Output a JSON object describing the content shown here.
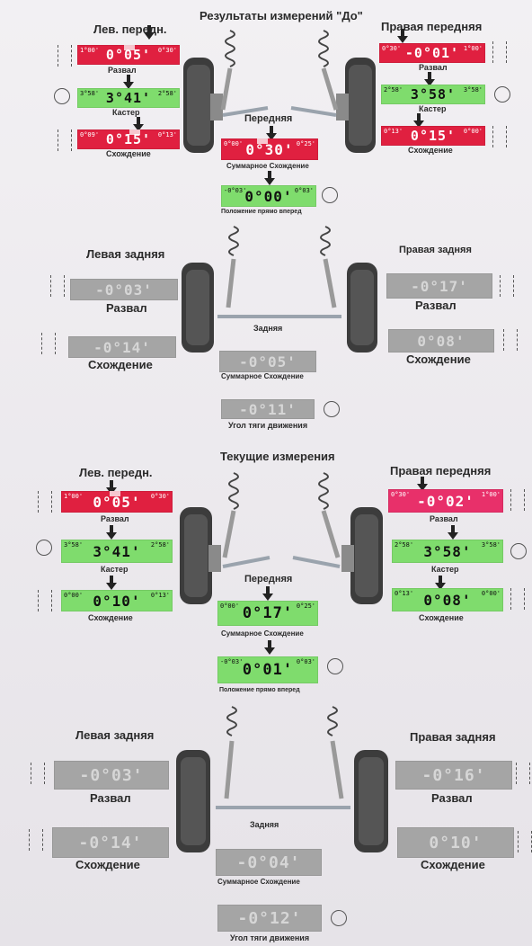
{
  "section_before": {
    "title": "Результаты измерений \"До\"",
    "front_left": {
      "title": "Лев. передн.",
      "camber": {
        "value": "0°05'",
        "min": "1°00'",
        "max": "0°30'",
        "label": "Развал"
      },
      "caster": {
        "value": "3°41'",
        "min": "3°58'",
        "max": "2°58'",
        "label": "Кастер"
      },
      "toe": {
        "value": "0°15'",
        "min": "0°09'",
        "max": "0°13'",
        "label": "Схождение"
      }
    },
    "front_right": {
      "title": "Правая передняя",
      "camber": {
        "value": "-0°01'",
        "min": "0°30'",
        "max": "1°00'",
        "label": "Развал"
      },
      "caster": {
        "value": "3°58'",
        "min": "2°58'",
        "max": "3°58'",
        "label": "Кастер"
      },
      "toe": {
        "value": "0°15'",
        "min": "0°13'",
        "max": "0°00'",
        "label": "Схождение"
      }
    },
    "front_axle": {
      "title": "Передняя",
      "total_toe": {
        "value": "0°30'",
        "min": "0°00'",
        "max": "0°25'",
        "label": "Суммарное Схождение"
      },
      "straight": {
        "value": "0°00'",
        "min": "-0°03'",
        "max": "0°03'",
        "label": "Положение прямо вперед"
      }
    },
    "rear_left": {
      "title": "Левая задняя",
      "camber": {
        "value": "-0°03'",
        "label": "Развал"
      },
      "toe": {
        "value": "-0°14'",
        "label": "Схождение"
      }
    },
    "rear_right": {
      "title": "Правая задняя",
      "camber": {
        "value": "-0°17'",
        "label": "Развал"
      },
      "toe": {
        "value": "0°08'",
        "label": "Схождение"
      }
    },
    "rear_axle": {
      "title": "Задняя",
      "total_toe": {
        "value": "-0°05'",
        "label": "Суммарное Схождение"
      },
      "thrust": {
        "value": "-0°11'",
        "label": "Угол тяги движения"
      }
    }
  },
  "section_current": {
    "title": "Текущие измерения",
    "front_left": {
      "title": "Лев. передн.",
      "camber": {
        "value": "0°05'",
        "min": "1°00'",
        "max": "0°30'",
        "label": "Развал"
      },
      "caster": {
        "value": "3°41'",
        "min": "3°58'",
        "max": "2°58'",
        "label": "Кастер"
      },
      "toe": {
        "value": "0°10'",
        "min": "0°00'",
        "max": "0°13'",
        "label": "Схождение"
      }
    },
    "front_right": {
      "title": "Правая передняя",
      "camber": {
        "value": "-0°02'",
        "min": "0°30'",
        "max": "1°00'",
        "label": "Развал"
      },
      "caster": {
        "value": "3°58'",
        "min": "2°58'",
        "max": "3°58'",
        "label": "Кастер"
      },
      "toe": {
        "value": "0°08'",
        "min": "0°13'",
        "max": "0°00'",
        "label": "Схождение"
      }
    },
    "front_axle": {
      "title": "Передняя",
      "total_toe": {
        "value": "0°17'",
        "min": "0°00'",
        "max": "0°25'",
        "label": "Суммарное Схождение"
      },
      "straight": {
        "value": "0°01'",
        "min": "-0°03'",
        "max": "0°03'",
        "label": "Положение прямо вперед"
      }
    },
    "rear_left": {
      "title": "Левая задняя",
      "camber": {
        "value": "-0°03'",
        "label": "Развал"
      },
      "toe": {
        "value": "-0°14'",
        "label": "Схождение"
      }
    },
    "rear_right": {
      "title": "Правая задняя",
      "camber": {
        "value": "-0°16'",
        "label": "Развал"
      },
      "toe": {
        "value": "0°10'",
        "label": "Схождение"
      }
    },
    "rear_axle": {
      "title": "Задняя",
      "total_toe": {
        "value": "-0°04'",
        "label": "Суммарное Схождение"
      },
      "thrust": {
        "value": "-0°12'",
        "label": "Угол тяги движения"
      }
    }
  },
  "colors": {
    "out_of_range": "#e02040",
    "in_range": "#7fdc6d",
    "inactive": "#a5a5a5"
  }
}
